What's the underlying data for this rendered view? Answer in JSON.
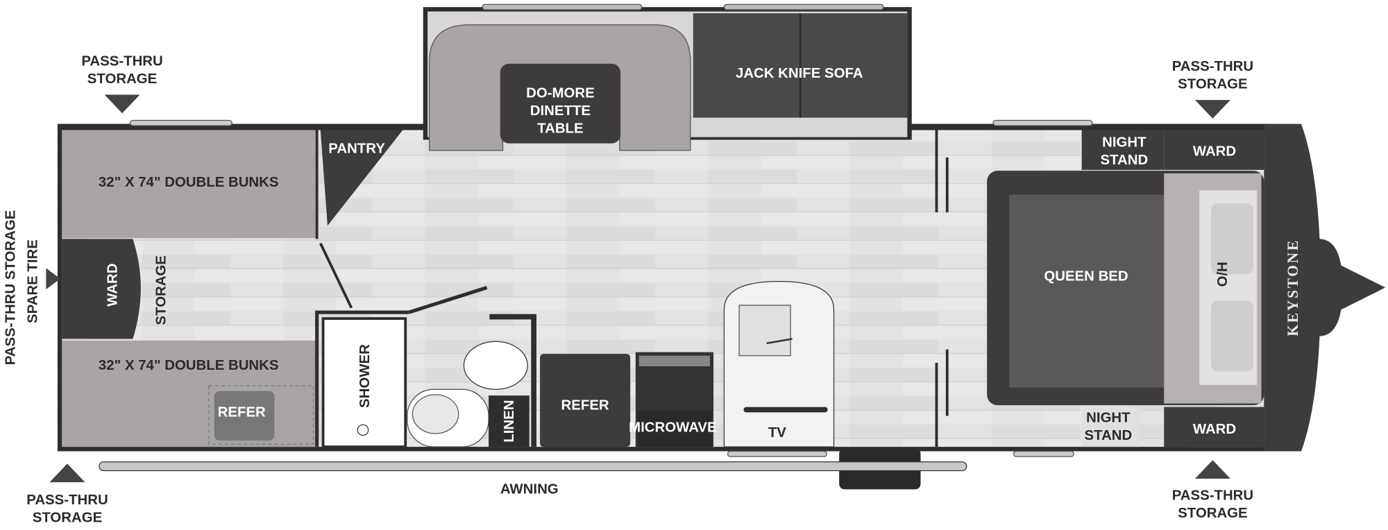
{
  "labels": {
    "pass_thru_top_left": [
      "PASS-THRU",
      "STORAGE"
    ],
    "pass_thru_top_right": [
      "PASS-THRU",
      "STORAGE"
    ],
    "pass_thru_bottom_left": [
      "PASS-THRU",
      "STORAGE"
    ],
    "pass_thru_bottom_right": [
      "PASS-THRU",
      "STORAGE"
    ],
    "pass_thru_side": "PASS-THRU STORAGE",
    "spare_tire": "SPARE TIRE",
    "awning": "AWNING"
  },
  "rooms": {
    "dinette": [
      "DO-MORE",
      "DINETTE",
      "TABLE"
    ],
    "sofa": "JACK KNIFE SOFA",
    "pantry": "PANTRY",
    "bunk_top": "32\" X 74\" DOUBLE BUNKS",
    "bunk_bottom": "32\" X 74\" DOUBLE BUNKS",
    "ward_left": "WARD",
    "storage_left": "STORAGE",
    "bunk_refer": "REFER",
    "shower": "SHOWER",
    "linen": "LINEN",
    "refer": "REFER",
    "microwave": "MICROWAVE",
    "tv": "TV",
    "queen_bed": "QUEEN BED",
    "overhead": "O/H",
    "night_stand_top": [
      "NIGHT",
      "STAND"
    ],
    "night_stand_bottom": [
      "NIGHT",
      "STAND"
    ],
    "ward_top": "WARD",
    "ward_bottom": "WARD",
    "brand": "KEYSTONE"
  },
  "colors": {
    "dark": "#3d3b3c",
    "mid": "#a8a5a4",
    "floor": "#e4e4e4"
  }
}
